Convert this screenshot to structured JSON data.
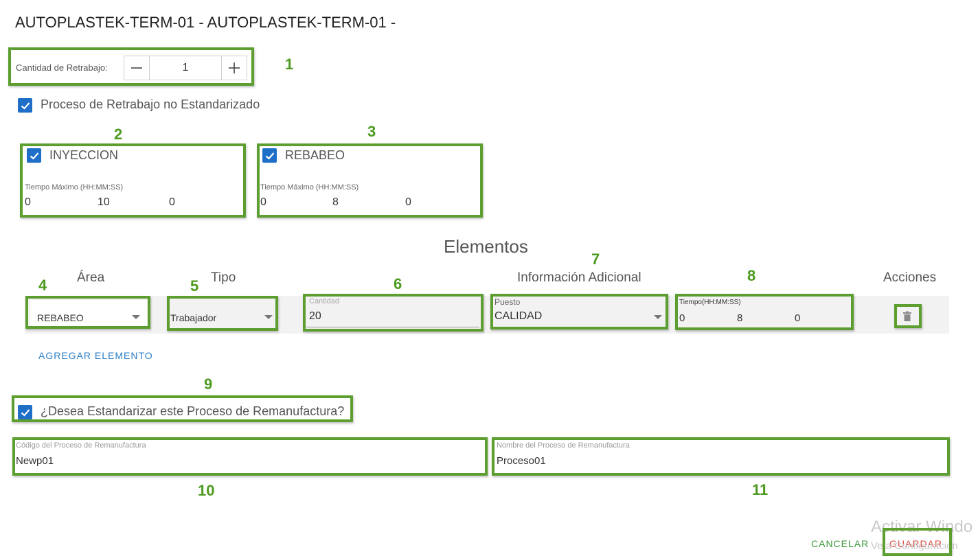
{
  "header": {
    "title": "AUTOPLASTEK-TERM-01 - AUTOPLASTEK-TERM-01 -"
  },
  "rework": {
    "qty_label": "Cantidad de Retrabajo:",
    "qty_value": "1"
  },
  "non_standard": {
    "label": "Proceso de Retrabajo no Estandarizado",
    "checked": true
  },
  "processes": [
    {
      "name": "INYECCION",
      "checked": true,
      "time_label": "Tiempo Máximo (HH:MM:SS)",
      "hh": "0",
      "mm": "10",
      "ss": "0"
    },
    {
      "name": "REBABEO",
      "checked": true,
      "time_label": "Tiempo Máximo (HH:MM:SS)",
      "hh": "0",
      "mm": "8",
      "ss": "0"
    }
  ],
  "elements": {
    "title": "Elementos",
    "columns": {
      "area": "Área",
      "tipo": "Tipo",
      "info": "Información Adicional",
      "acciones": "Acciones"
    },
    "row": {
      "area": "REBABEO",
      "tipo": "Trabajador",
      "cantidad_label": "Cantidad",
      "cantidad": "20",
      "puesto_label": "Puesto",
      "puesto": "CALIDAD",
      "tiempo_label": "Tiempo(HH:MM:SS)",
      "hh": "0",
      "mm": "8",
      "ss": "0"
    },
    "add_label": "AGREGAR ELEMENTO"
  },
  "standardize": {
    "label": "¿Desea Estandarizar este Proceso de Remanufactura?",
    "checked": true
  },
  "code_field": {
    "label": "Código del Proceso de Remanufactura",
    "value": "Newp01"
  },
  "name_field": {
    "label": "Nombre del Proceso de Remanufactura",
    "value": "Proceso01"
  },
  "footer": {
    "cancel": "CANCELAR",
    "save": "GUARDAR"
  },
  "annotations": [
    "1",
    "2",
    "3",
    "4",
    "5",
    "6",
    "7",
    "8",
    "9",
    "10",
    "11"
  ],
  "watermark": {
    "line1": "Activar Windo",
    "line2": "Ve a Configuración"
  },
  "colors": {
    "accent_blue": "#1f6fc9",
    "annotation_green": "#5c9e2f",
    "cancel_green": "#3a9a3a",
    "save_red": "#e0473d"
  }
}
